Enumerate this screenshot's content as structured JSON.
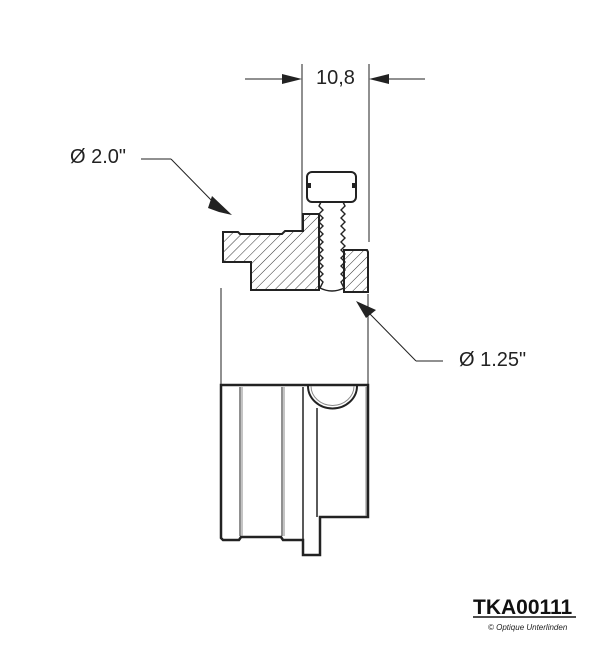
{
  "drawing": {
    "dimensions": {
      "width_label": "10,8",
      "outer_diameter_label": "Ø 2.0\"",
      "inner_diameter_label": "Ø 1.25\""
    },
    "title_block": {
      "part_number": "TKA00111",
      "copyright": "© Optique Unterlinden"
    },
    "colors": {
      "line": "#222222",
      "background": "#ffffff"
    }
  }
}
